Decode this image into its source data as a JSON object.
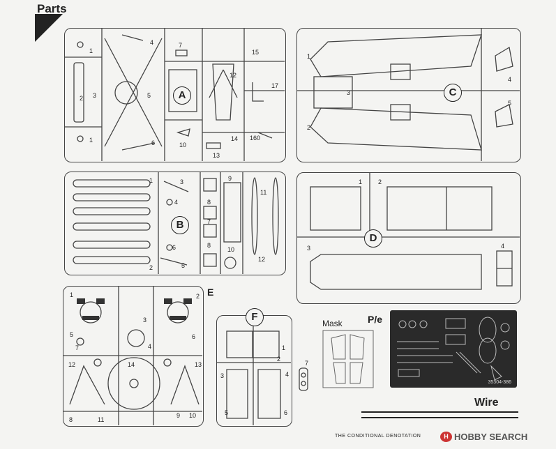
{
  "header": {
    "title": "Parts"
  },
  "sprues": {
    "A": {
      "letter": "A",
      "parts": [
        "1",
        "2",
        "3",
        "4",
        "5",
        "6",
        "7",
        "10",
        "12",
        "13",
        "14",
        "15",
        "160",
        "17",
        "1"
      ]
    },
    "B": {
      "letter": "B",
      "parts": [
        "1",
        "2",
        "3",
        "4",
        "5",
        "6",
        "7",
        "8",
        "8",
        "9",
        "10",
        "11",
        "12"
      ]
    },
    "C": {
      "letter": "C",
      "parts": [
        "1",
        "2",
        "3",
        "4",
        "5"
      ]
    },
    "D": {
      "letter": "D",
      "parts": [
        "1",
        "2",
        "3",
        "4"
      ]
    },
    "E": {
      "letter": "E",
      "parts": [
        "1",
        "2",
        "3",
        "4",
        "5",
        "6",
        "7",
        "8",
        "9",
        "10",
        "11",
        "12",
        "13",
        "14"
      ]
    },
    "F": {
      "letter": "F",
      "parts": [
        "1",
        "2",
        "3",
        "4",
        "5",
        "6",
        "7"
      ]
    }
  },
  "mask": {
    "label": "Mask"
  },
  "pe": {
    "label": "P/e",
    "code": "35304-386"
  },
  "wire": {
    "label": "Wire"
  },
  "footer": {
    "text": "THE CONDITIONAL DENOTATION"
  },
  "watermark": {
    "text": "HOBBY SEARCH"
  }
}
